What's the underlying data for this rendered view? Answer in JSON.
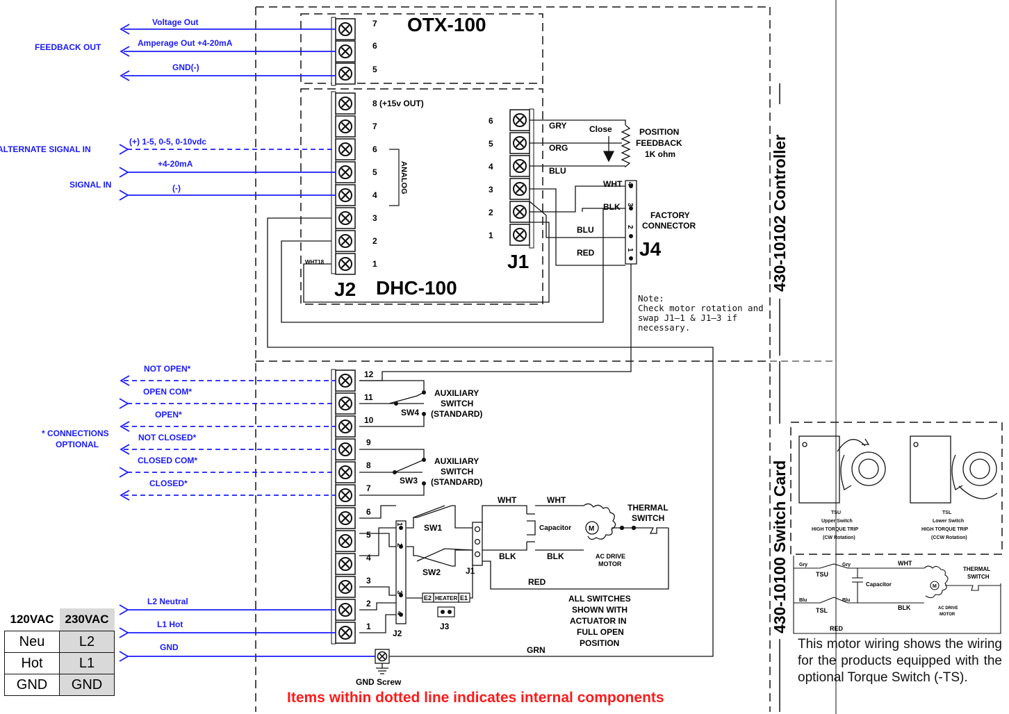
{
  "titles": {
    "otx": "OTX-100",
    "dhc": "DHC-100",
    "j1": "J1",
    "j2": "J2",
    "j4": "J4",
    "controller_side": "430-10102 Controller",
    "switchcard_side": "430-10100 Switch Card"
  },
  "otx_outputs": [
    {
      "label": "Voltage Out",
      "terminal": "7"
    },
    {
      "label": "Amperage Out +4-20mA",
      "terminal": "6"
    },
    {
      "label": "GND(-)",
      "terminal": "5"
    }
  ],
  "feedback_out": "FEEDBACK OUT",
  "j2_upper": {
    "terminals": [
      "8 (+15v OUT)",
      "7",
      "6",
      "5",
      "4",
      "3",
      "2",
      "1"
    ],
    "wire_labels": [
      "(+) 1-5, 0-5, 0-10vdc",
      "+4-20mA",
      "(-)"
    ],
    "group_labels": [
      "ALTERNATE SIGNAL IN",
      "SIGNAL IN"
    ],
    "analog": "ANALOG",
    "wht18": "WHT18"
  },
  "j1_upper": {
    "terminals": [
      "6",
      "5",
      "4",
      "3",
      "2",
      "1"
    ],
    "wires": [
      "GRY",
      "ORG",
      "BLU",
      "BLU",
      "RED",
      "WHT",
      "BLK"
    ]
  },
  "position_feedback": {
    "close": "Close",
    "line1": "POSITION",
    "line2": "FEEDBACK",
    "line3": "1K ohm"
  },
  "factory_connector": {
    "line1": "FACTORY",
    "line2": "CONNECTOR",
    "pins": [
      "4",
      "3",
      "2",
      "1"
    ]
  },
  "note": [
    "Note:",
    "Check motor rotation and",
    "swap J1—1 & J1—3 if",
    "necessary."
  ],
  "switch_outputs": [
    {
      "label": "NOT OPEN*",
      "terminal": "12"
    },
    {
      "label": "OPEN COM*",
      "terminal": "11"
    },
    {
      "label": "OPEN*",
      "terminal": "10"
    },
    {
      "label": "NOT CLOSED*",
      "terminal": "9"
    },
    {
      "label": "CLOSED COM*",
      "terminal": "8"
    },
    {
      "label": "CLOSED*",
      "terminal": "7"
    }
  ],
  "switch_terminals_lower": [
    "6",
    "5",
    "4",
    "3",
    "2",
    "1"
  ],
  "connections_optional": [
    "* CONNECTIONS",
    "OPTIONAL"
  ],
  "aux_switch": {
    "line1": "AUXILIARY",
    "line2": "SWITCH",
    "line3": "(STANDARD)",
    "sw4": "SW4",
    "sw3": "SW3"
  },
  "motor": {
    "sw1": "SW1",
    "sw2": "SW2",
    "j1": "J1",
    "j2": "J2",
    "j3": "J3",
    "wht": "WHT",
    "blk": "BLK",
    "red": "RED",
    "grn": "GRN",
    "capacitor": "Capacitor",
    "m": "M",
    "thermal": [
      "THERMAL",
      "SWITCH"
    ],
    "ac_drive": [
      "AC DRIVE",
      "MOTOR"
    ],
    "heater": "HEATER",
    "e1": "E1",
    "e2": "E2",
    "j2_pins": [
      "1",
      "2",
      "3",
      "4"
    ],
    "full_open": [
      "ALL SWITCHES",
      "SHOWN WITH",
      "ACTUATOR IN",
      "FULL OPEN",
      "POSITION"
    ]
  },
  "power": [
    {
      "label": "L2 Neutral"
    },
    {
      "label": "L1 Hot"
    },
    {
      "label": "GND"
    }
  ],
  "gnd_screw": "GND Screw",
  "voltage_table": {
    "headers": [
      "120VAC",
      "230VAC"
    ],
    "rows": [
      [
        "Neu",
        "L2"
      ],
      [
        "Hot",
        "L1"
      ],
      [
        "GND",
        "GND"
      ]
    ]
  },
  "torque_inset": {
    "tsu": "TSU",
    "tsl": "TSL",
    "gry": "Gry",
    "blu": "Blu",
    "wht": "WHT",
    "blk": "BLK",
    "red": "RED",
    "capacitor": "Capacitor",
    "m": "M",
    "thermal": [
      "THERMAL",
      "SWITCH"
    ],
    "ac_drive": [
      "AC DRIVE",
      "MOTOR"
    ],
    "upper_caption": [
      "TSU",
      "Upper Switch",
      "HIGH TORQUE TRIP",
      "(CW Rotation)"
    ],
    "lower_caption": [
      "TSL",
      "Lower Switch",
      "HIGH TORQUE TRIP",
      "(CCW Rotation)"
    ]
  },
  "inset_note": "This motor wiring shows the wiring for the products equipped with the optional Torque Switch (-TS).",
  "bottom_note": "Items within dotted line indicates internal components",
  "colors": {
    "signal": "#1a1aff",
    "warning": "#ff1a1a",
    "line": "#111111"
  }
}
